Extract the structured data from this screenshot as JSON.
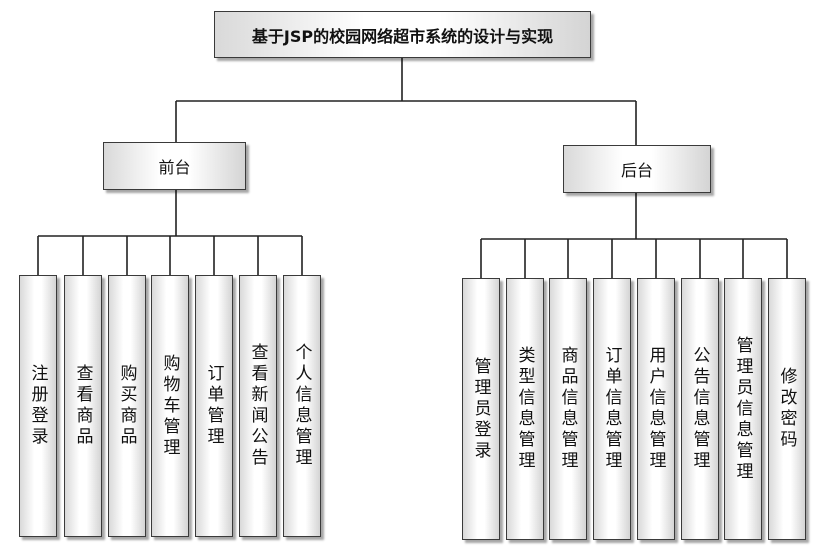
{
  "root": {
    "title": "基于JSP的校园网络超市系统的设计与实现"
  },
  "front": {
    "title": "前台",
    "items": [
      "注册登录",
      "查看商品",
      "购买商品",
      "购物车管理",
      "订单管理",
      "查看新闻公告",
      "个人信息管理"
    ]
  },
  "back": {
    "title": "后台",
    "items": [
      "管理员登录",
      "类型信息管理",
      "商品信息管理",
      "订单信息管理",
      "用户信息管理",
      "公告信息管理",
      "管理员信息管理",
      "修改密码"
    ]
  }
}
